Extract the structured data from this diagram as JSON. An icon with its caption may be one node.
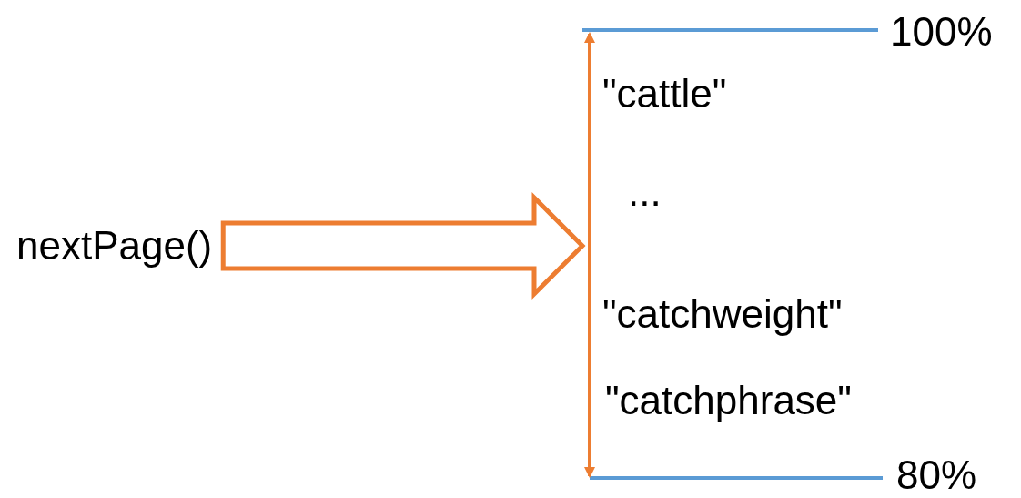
{
  "diagram": {
    "nodes": [
      {
        "text": [
          "nextPage()"
        ]
      },
      {
        "text": [],
        "shape": "bar"
      }
    ],
    "edges": [
      {
        "from": 0,
        "to": 1,
        "arrow": "to"
      }
    ],
    "labels": [
      "100%",
      "\"cattle\"",
      "...",
      "\"catchweight\"",
      "\"catchphrase\"",
      "80%"
    ]
  }
}
